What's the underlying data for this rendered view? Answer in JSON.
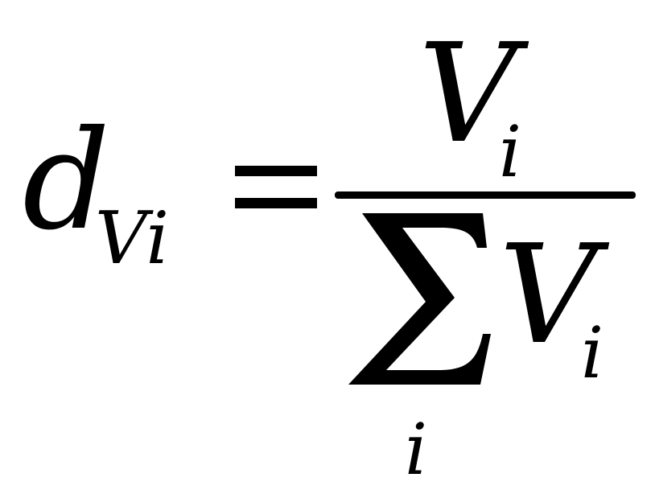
{
  "formula": {
    "lhs": {
      "symbol": "d",
      "subscript": "Vi"
    },
    "equals": "=",
    "numerator": {
      "symbol": "V",
      "subscript": "i"
    },
    "denominator": {
      "operator": "Σ",
      "symbol": "V",
      "subscript": "i",
      "summation_index": "i"
    }
  }
}
